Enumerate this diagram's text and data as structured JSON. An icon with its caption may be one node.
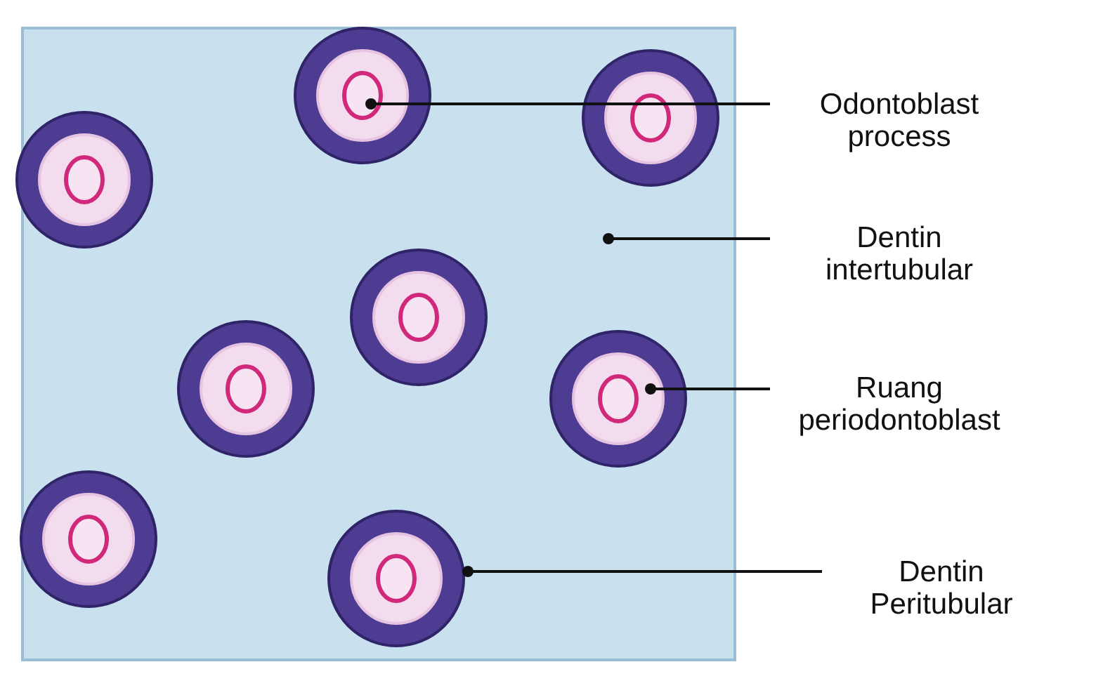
{
  "diagram": {
    "nodes": [
      {
        "text": [
          "Odontoblast process"
        ]
      },
      {
        "text": [
          "Dentin intertubular"
        ]
      },
      {
        "text": [
          "Ruang periodontoblast"
        ]
      },
      {
        "text": [
          "Dentin Peritubular"
        ]
      },
      {
        "text": [],
        "shape": "circle",
        "in": 5
      },
      {
        "text": [],
        "shape": "box"
      },
      {
        "text": [],
        "shape": "circle",
        "in": 5
      },
      {
        "text": [],
        "shape": "circle",
        "in": 5
      }
    ],
    "edges": [
      {
        "from": 0,
        "to": 4,
        "arrow": "other"
      },
      {
        "from": 1,
        "to": 5,
        "arrow": "other"
      },
      {
        "from": 2,
        "to": 6,
        "arrow": "other"
      },
      {
        "from": 3,
        "to": 7,
        "arrow": "other"
      }
    ]
  }
}
